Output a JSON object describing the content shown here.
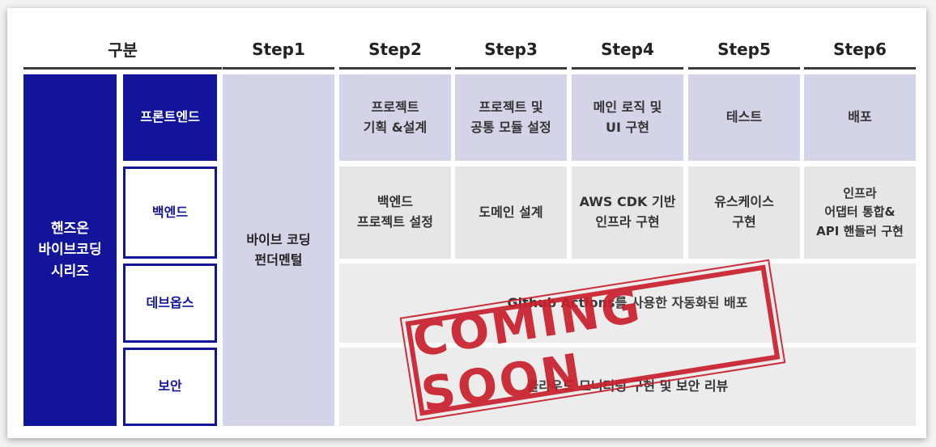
{
  "headers": {
    "category": "구분",
    "steps": [
      "Step1",
      "Step2",
      "Step3",
      "Step4",
      "Step5",
      "Step6"
    ]
  },
  "series_label": "핸즈온\n바이브코딩\n시리즈",
  "categories": [
    "프론트엔드",
    "백엔드",
    "데브옵스",
    "보안"
  ],
  "step1_text": "바이브 코딩\n펀더멘털",
  "frontend_steps": [
    "프로젝트\n기획 &설계",
    "프로젝트 및\n공통 모듈 설정",
    "메인 로직 및\nUI 구현",
    "테스트",
    "배포"
  ],
  "backend_steps": [
    "백엔드\n프로젝트 설정",
    "도메인 설계",
    "AWS CDK 기반\n인프라 구현",
    "유스케이스\n구현",
    "인프라\n어댑터 통합&\nAPI 핸들러 구현"
  ],
  "devops_text": "Github Actions를 사용한 자동화된 배포",
  "security_text": "클라우드 모니터링 구현 및 보안 리뷰",
  "stamp_text": "COMING SOON",
  "colors": {
    "navy": "#12149a",
    "lavender": "#d3d4e8",
    "gray": "#e6e6e6",
    "stamp_red": "#c8202c"
  }
}
